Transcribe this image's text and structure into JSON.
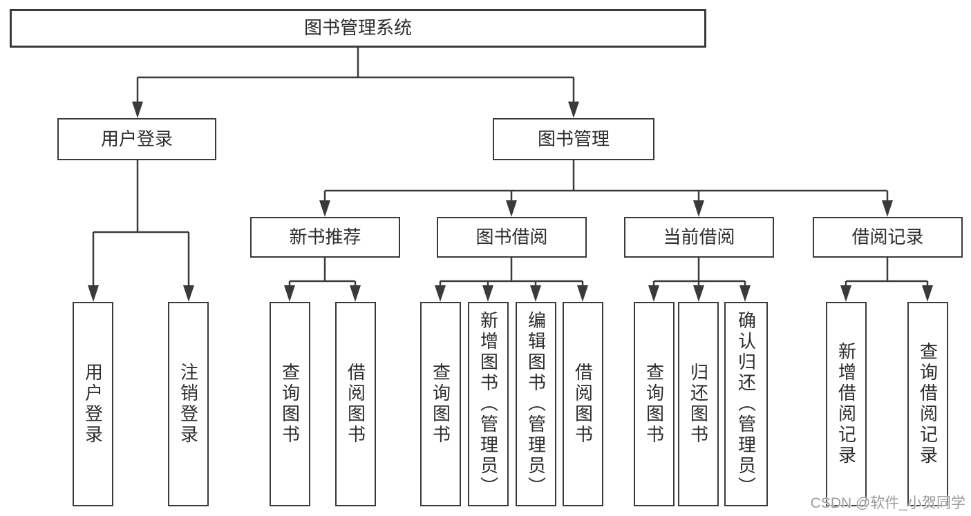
{
  "tree": {
    "label": "图书管理系统",
    "children": [
      {
        "label": "用户登录",
        "children": [
          {
            "label": "用户登录"
          },
          {
            "label": "注销登录"
          }
        ]
      },
      {
        "label": "图书管理",
        "children": [
          {
            "label": "新书推荐",
            "children": [
              {
                "label": "查询图书"
              },
              {
                "label": "借阅图书"
              }
            ]
          },
          {
            "label": "图书借阅",
            "children": [
              {
                "label": "查询图书"
              },
              {
                "label": "新增图书（管理员）"
              },
              {
                "label": "编辑图书（管理员）"
              },
              {
                "label": "借阅图书"
              }
            ]
          },
          {
            "label": "当前借阅",
            "children": [
              {
                "label": "查询图书"
              },
              {
                "label": "归还图书"
              },
              {
                "label": "确认归还（管理员）"
              }
            ]
          },
          {
            "label": "借阅记录",
            "children": [
              {
                "label": "新增借阅记录"
              },
              {
                "label": "查询借阅记录"
              }
            ]
          }
        ]
      }
    ]
  },
  "watermark": {
    "text": "CSDN @软件_小贺同学"
  },
  "colors": {
    "line": "#3a3a3a",
    "border": "#3a3a3a",
    "text": "#2d2d2d",
    "background": "#ffffff",
    "watermark": "#9c9c9c"
  }
}
